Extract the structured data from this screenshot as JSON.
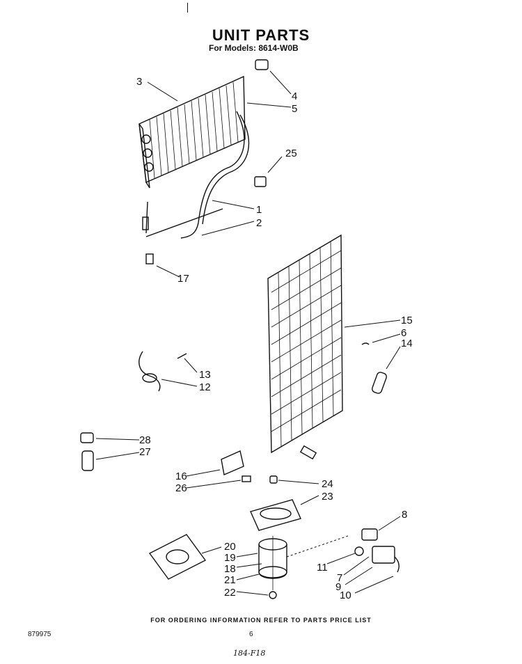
{
  "header": {
    "title": "UNIT PARTS",
    "subtitle": "For Models: 8614-W0B"
  },
  "callouts": {
    "c1": "1",
    "c2": "2",
    "c3": "3",
    "c4": "4",
    "c5": "5",
    "c6": "6",
    "c7": "7",
    "c8": "8",
    "c9": "9",
    "c10": "10",
    "c11": "11",
    "c12": "12",
    "c13": "13",
    "c14": "14",
    "c15": "15",
    "c16": "16",
    "c17": "17",
    "c18": "18",
    "c19": "19",
    "c20": "20",
    "c21": "21",
    "c22": "22",
    "c23": "23",
    "c24": "24",
    "c25": "25",
    "c26": "26",
    "c27": "27",
    "c28": "28"
  },
  "footer": {
    "ordering_note": "FOR ORDERING INFORMATION REFER TO PARTS PRICE LIST",
    "doc_number": "879975",
    "page_number": "6",
    "handwritten": "184-F18"
  }
}
